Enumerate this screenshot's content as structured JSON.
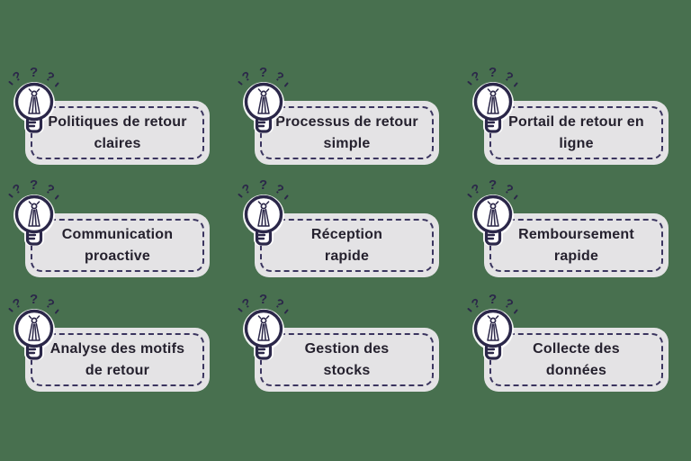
{
  "colors": {
    "background": "#48704f",
    "card_fill": "#e4e3e5",
    "card_border": "#3b355f",
    "text": "#25212e",
    "icon_stroke": "#2b2749",
    "icon_fill": "#ffffff"
  },
  "icon": {
    "name": "lightbulb-with-question-marks-icon",
    "glyphs": [
      "?",
      "?",
      "?"
    ]
  },
  "cards": [
    {
      "line1": "Politiques de retour",
      "line2": "claires"
    },
    {
      "line1": "Processus de retour",
      "line2": "simple"
    },
    {
      "line1": "Portail de retour en",
      "line2": "ligne"
    },
    {
      "line1": "Communication",
      "line2": "proactive"
    },
    {
      "line1": "Réception",
      "line2": "rapide"
    },
    {
      "line1": "Remboursement",
      "line2": "rapide"
    },
    {
      "line1": "Analyse des motifs",
      "line2": "de retour"
    },
    {
      "line1": "Gestion des",
      "line2": "stocks"
    },
    {
      "line1": "Collecte des",
      "line2": "données"
    }
  ]
}
